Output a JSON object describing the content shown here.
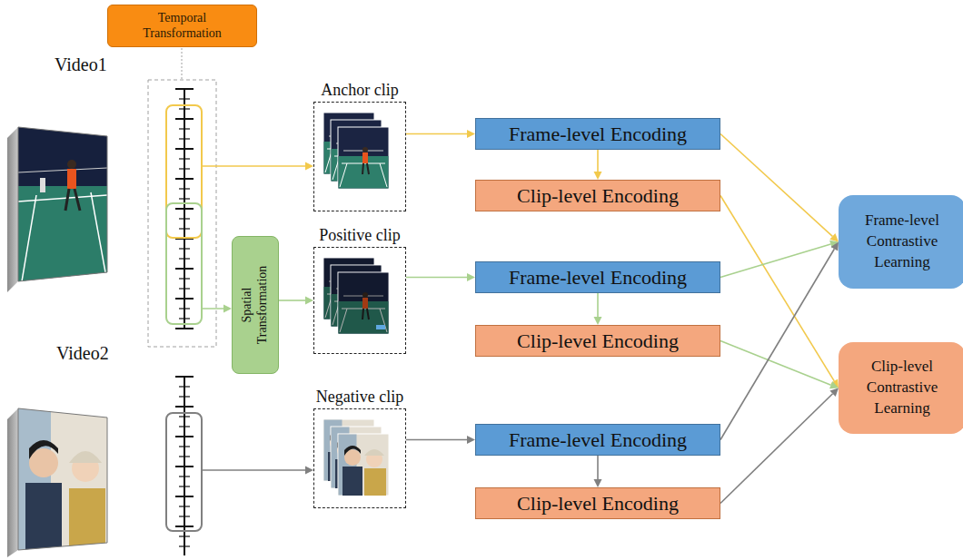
{
  "diagram": {
    "nodes": [
      {
        "text": [
          "Temporal Transformation"
        ]
      },
      {
        "text": [
          "Anchor clip"
        ]
      },
      {
        "text": [
          "Frame-level Encoding"
        ]
      },
      {
        "text": [
          "Clip-level Encoding"
        ]
      },
      {
        "text": [
          "Spatial Transformation"
        ]
      },
      {
        "text": [
          "Positive clip"
        ]
      },
      {
        "text": [
          "Frame-level Encoding"
        ]
      },
      {
        "text": [
          "Clip-level Encoding"
        ]
      },
      {
        "text": [
          "Frame-level Contrastive Learning"
        ]
      },
      {
        "text": [
          "Negative clip"
        ]
      },
      {
        "text": [
          "Frame-level Encoding"
        ]
      },
      {
        "text": [
          "Clip-level Encoding"
        ]
      },
      {
        "text": [
          "Clip-level Contrastive Learning"
        ]
      }
    ],
    "edges": [
      {
        "from": 4,
        "to": 5,
        "arrow": "to"
      },
      {
        "from": 1,
        "to": 2,
        "arrow": "to"
      },
      {
        "from": 2,
        "to": 3,
        "arrow": "to"
      },
      {
        "from": 2,
        "to": 8,
        "arrow": "to"
      },
      {
        "from": 3,
        "to": 12,
        "arrow": "to"
      },
      {
        "from": 5,
        "to": 6,
        "arrow": "to"
      },
      {
        "from": 6,
        "to": 7,
        "arrow": "to"
      },
      {
        "from": 6,
        "to": 8,
        "arrow": "to"
      },
      {
        "from": 7,
        "to": 12,
        "arrow": "to"
      },
      {
        "from": 9,
        "to": 10,
        "arrow": "to"
      },
      {
        "from": 10,
        "to": 11,
        "arrow": "to"
      },
      {
        "from": 10,
        "to": 8,
        "arrow": "to"
      },
      {
        "from": 11,
        "to": 12,
        "arrow": "to"
      }
    ],
    "labels": [
      "Video1",
      "Video2"
    ]
  }
}
